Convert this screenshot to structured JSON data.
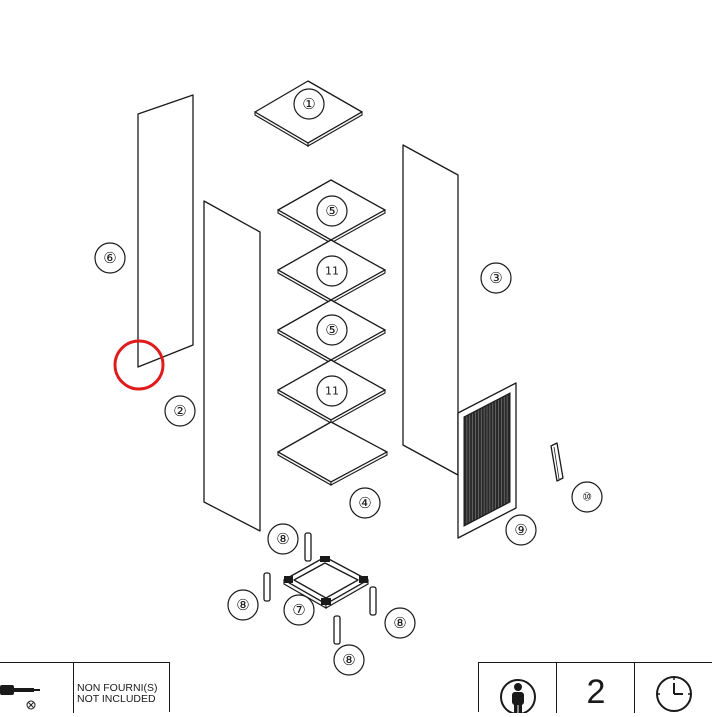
{
  "labels": {
    "p1": "①",
    "p2": "②",
    "p3": "③",
    "p4": "④",
    "p5a": "⑤",
    "p5b": "⑤",
    "p6": "⑥",
    "p7": "⑦",
    "p8a": "⑧",
    "p8b": "⑧",
    "p8c": "⑧",
    "p8d": "⑧",
    "p9": "⑨",
    "p10": "⑩",
    "p11a": "11",
    "p11b": "11"
  },
  "footer": {
    "not_included_line1": "NON FOURNI(S)",
    "not_included_line2": "NOT INCLUDED",
    "people_count": "2",
    "icons": {
      "tool": "screwdriver-icon",
      "person": "person-icon",
      "clock": "clock-icon"
    }
  },
  "colors": {
    "highlight": "#e11b1b",
    "line": "#1a1a1a"
  }
}
